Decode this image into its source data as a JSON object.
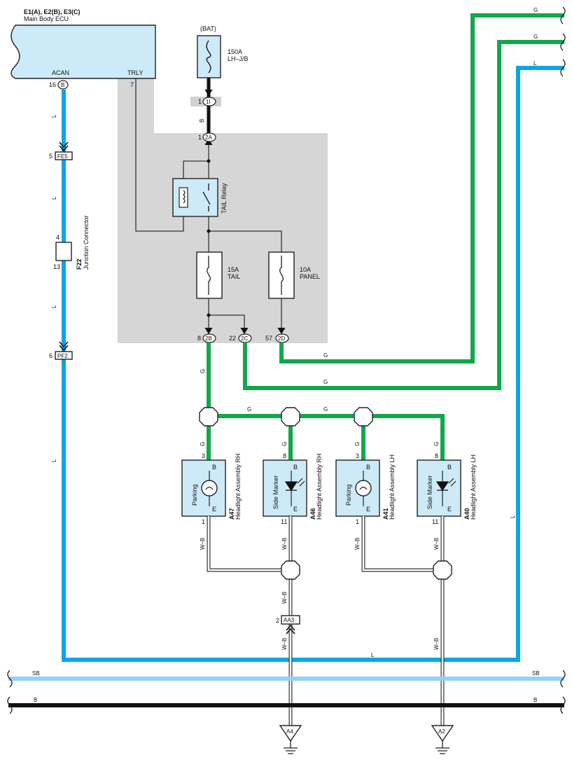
{
  "ecu": {
    "title": "E1(A), E2(B), E3(C)",
    "name": "Main Body ECU",
    "pin_acan": "ACAN",
    "pin_trly": "TRLY",
    "pin_acan_num": "16",
    "pin_acan_conn": "B",
    "pin_trly_num": "7"
  },
  "battery": {
    "label": "(BAT)",
    "fuse_rating": "150A",
    "fuse_location": "LH–J/B"
  },
  "connectors": {
    "c1i": {
      "pin": "1",
      "id": "1I"
    },
    "c2a": {
      "pin": "1",
      "id": "2A"
    },
    "c2b": {
      "pin": "8",
      "id": "2B"
    },
    "c2c": {
      "pin": "22",
      "id": "2C"
    },
    "c2d": {
      "pin": "57",
      "id": "2D"
    },
    "fe5": {
      "pin": "5",
      "id": "FE5"
    },
    "pf2": {
      "pin": "6",
      "id": "PF2"
    },
    "aa3": {
      "pin": "2",
      "id": "AA3"
    }
  },
  "relay": {
    "label": "TAIL Relay"
  },
  "fuses": [
    {
      "rating": "15A",
      "name": "TAIL"
    },
    {
      "rating": "10A",
      "name": "PANEL"
    }
  ],
  "junction": {
    "pin_top": "4",
    "pin_bottom": "13",
    "id": "F22",
    "name": "Junction Connector"
  },
  "wire_colors": {
    "L": "L",
    "G": "G",
    "B": "B",
    "WB": "W–B",
    "SB": "SB"
  },
  "components": [
    {
      "id": "A47",
      "name": "Headlight Assembly RH",
      "function": "Parking",
      "pin_b": "3",
      "pin_e": "1",
      "b": "B",
      "e": "E"
    },
    {
      "id": "A46",
      "name": "Headlight Assembly RH",
      "function": "Side Marker",
      "pin_b": "8",
      "pin_e": "11",
      "b": "B",
      "e": "E"
    },
    {
      "id": "A41",
      "name": "Headlight Assembly LH",
      "function": "Parking",
      "pin_b": "3",
      "pin_e": "1",
      "b": "B",
      "e": "E"
    },
    {
      "id": "A40",
      "name": "Headlight Assembly LH",
      "function": "Side Marker",
      "pin_b": "8",
      "pin_e": "11",
      "b": "B",
      "e": "E"
    }
  ],
  "grounds": [
    {
      "id": "A4"
    },
    {
      "id": "A2"
    }
  ],
  "colors": {
    "L": "#0aa6e6",
    "SB": "#8fd4f5",
    "G": "#10a84a",
    "B": "#111111",
    "shade": "#d6d6d6",
    "box": "#cdeaf8"
  }
}
